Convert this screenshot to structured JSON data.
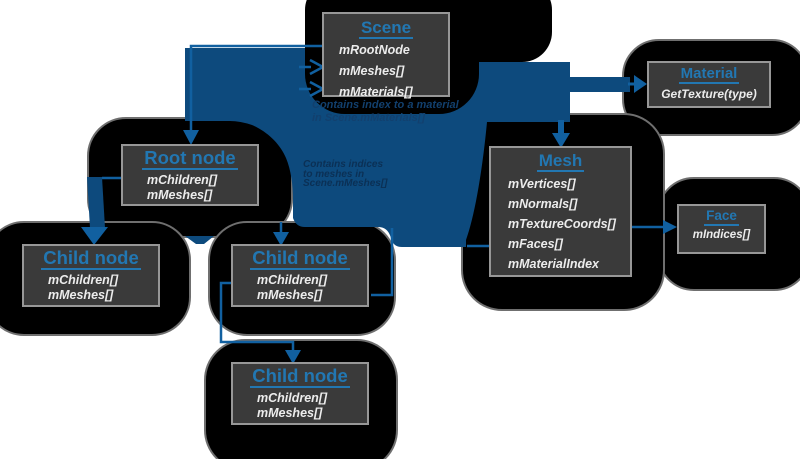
{
  "diagram": {
    "boxes": {
      "scene": {
        "title": "Scene",
        "fields": [
          "mRootNode",
          "mMeshes[]",
          "mMaterials[]"
        ]
      },
      "material": {
        "title": "Material",
        "fields": [
          "GetTexture(type)"
        ]
      },
      "mesh": {
        "title": "Mesh",
        "fields": [
          "mVertices[]",
          "mNormals[]",
          "mTextureCoords[]",
          "mFaces[]",
          "mMaterialIndex"
        ]
      },
      "face": {
        "title": "Face",
        "fields": [
          "mIndices[]"
        ]
      },
      "root_node": {
        "title": "Root node",
        "fields": [
          "mChildren[]",
          "mMeshes[]"
        ]
      },
      "child_node_left": {
        "title": "Child node",
        "fields": [
          "mChildren[]",
          "mMeshes[]"
        ]
      },
      "child_node_middle": {
        "title": "Child node",
        "fields": [
          "mChildren[]",
          "mMeshes[]"
        ]
      },
      "child_node_bottom": {
        "title": "Child node",
        "fields": [
          "mChildren[]",
          "mMeshes[]"
        ]
      }
    },
    "annotations": {
      "material_note": {
        "line1": "Contains index to a material",
        "line2": "in Scene.mMaterials[]"
      },
      "mesh_note": {
        "line1": "Contains indices",
        "line2": "to meshes in",
        "line3": "Scene.mMeshes[]"
      }
    },
    "colors": {
      "band_blue": "#0d4a7d",
      "arrow_blue": "#1160a0",
      "title_blue": "#2277b2",
      "box_fill": "#3a3a3a",
      "box_border": "#979797",
      "blob_black": "#000000",
      "note_navy": "#12406e",
      "background": "#ffffff"
    }
  }
}
